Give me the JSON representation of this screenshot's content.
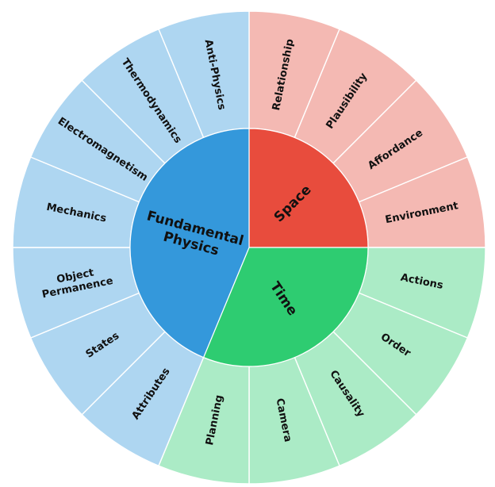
{
  "colors": {
    "space_inner": "#e84c3d",
    "space_outer": "#f4b9b3",
    "time_inner": "#2ecc71",
    "time_outer": "#abebc6",
    "physics_inner": "#3498db",
    "physics_outer": "#aed6f1",
    "separator": "#ffffff"
  },
  "categories": [
    {
      "key": "space",
      "label": "Space",
      "segments": [
        {
          "label": "Relationship"
        },
        {
          "label": "Plausibility"
        },
        {
          "label": "Affordance"
        },
        {
          "label": "Environment"
        }
      ]
    },
    {
      "key": "time",
      "label": "Time",
      "segments": [
        {
          "label": "Actions"
        },
        {
          "label": "Order"
        },
        {
          "label": "Causality"
        },
        {
          "label": "Camera"
        },
        {
          "label": "Planning"
        }
      ]
    },
    {
      "key": "physics",
      "label_lines": [
        "Fundamental",
        "Physics"
      ],
      "segments": [
        {
          "label": "Attributes"
        },
        {
          "label": "States"
        },
        {
          "label_lines": [
            "Object",
            "Permanence"
          ]
        },
        {
          "label": "Mechanics"
        },
        {
          "label": "Electromagnetism"
        },
        {
          "label": "Thermodynamics"
        },
        {
          "label": "Anti-Physics"
        }
      ]
    }
  ]
}
